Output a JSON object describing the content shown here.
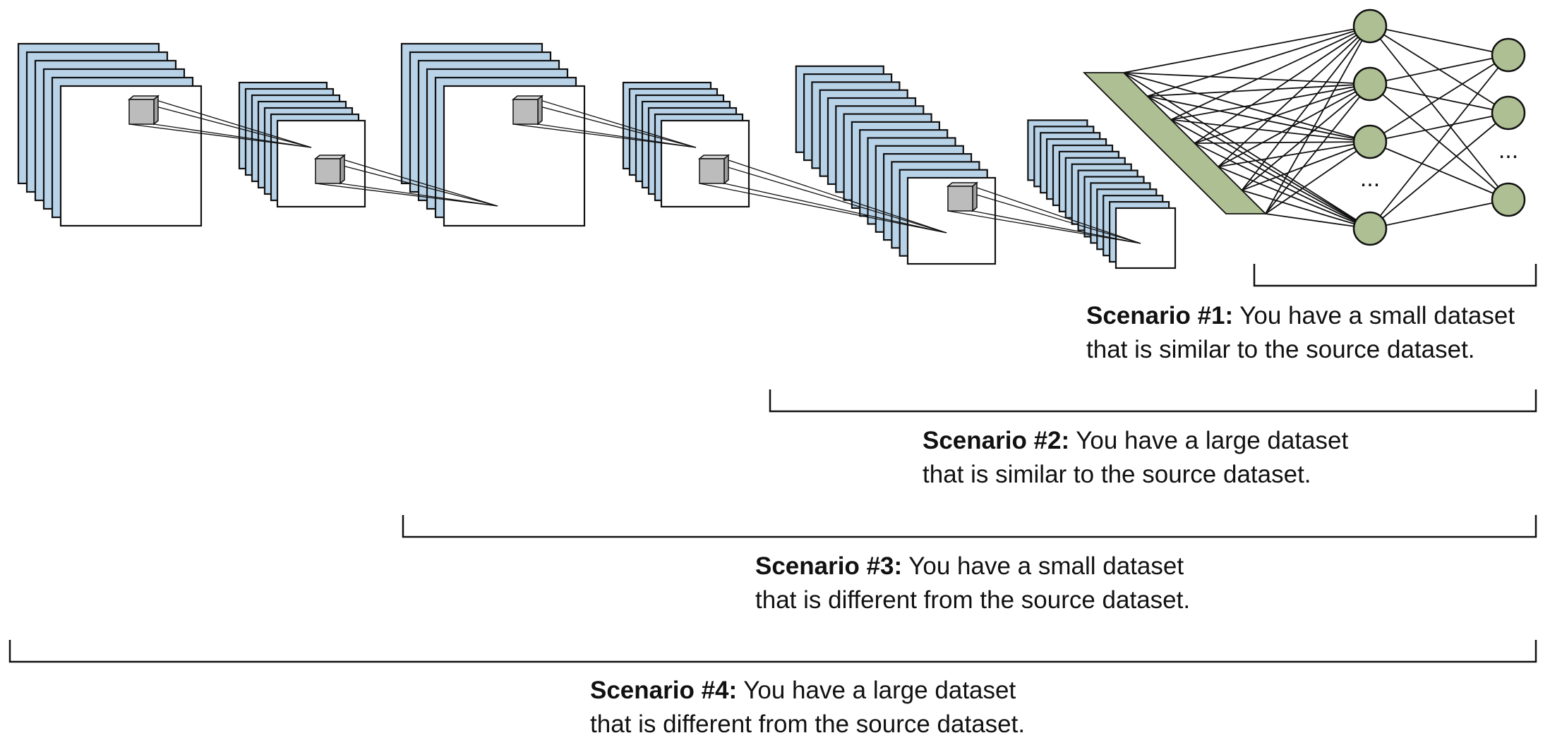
{
  "colors": {
    "feature_map_fill": "#b8d2e8",
    "feature_map_front": "#ffffff",
    "kernel_fill": "#bcbcbc",
    "flatten_fill": "#adbf93",
    "node_fill": "#adbf93",
    "stroke": "#111111",
    "text": "#111111"
  },
  "network": {
    "ellipsis_mid": "...",
    "ellipsis_right": "..."
  },
  "scenarios": [
    {
      "label": "Scenario #1:",
      "line1": "You have a small dataset",
      "line2": "that is similar to the source dataset."
    },
    {
      "label": "Scenario #2:",
      "line1": "You have a large dataset",
      "line2": "that is similar to the source dataset."
    },
    {
      "label": "Scenario #3:",
      "line1": "You have a small dataset",
      "line2": "that is different from the source dataset."
    },
    {
      "label": "Scenario #4:",
      "line1": "You have a large dataset",
      "line2": "that is different from the source dataset."
    }
  ]
}
